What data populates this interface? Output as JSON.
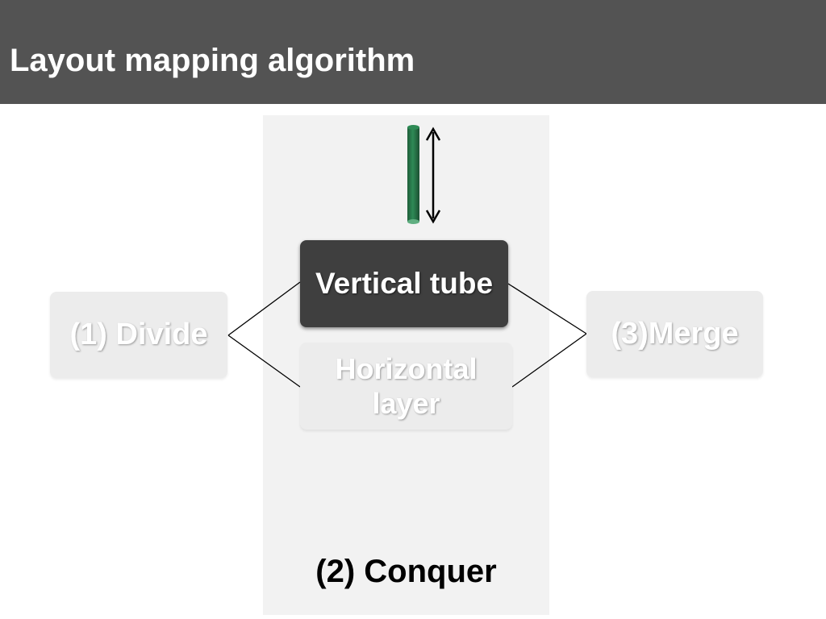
{
  "slide": {
    "title": "Layout mapping algorithm"
  },
  "steps": {
    "divide_label": "(1) Divide",
    "conquer_label": "(2) Conquer",
    "merge_label": "(3)Merge"
  },
  "conquer": {
    "vertical_label": "Vertical tube",
    "horizontal_label": "Horizontal layer"
  },
  "icons": {
    "tube": "vertical-tube-icon",
    "arrow": "double-arrow-icon"
  },
  "colors": {
    "header": "#535353",
    "panel": "#f2f2f2",
    "active_box": "#3f3f3f",
    "faded_box": "#ececec",
    "tube": "#2e7d4f"
  }
}
